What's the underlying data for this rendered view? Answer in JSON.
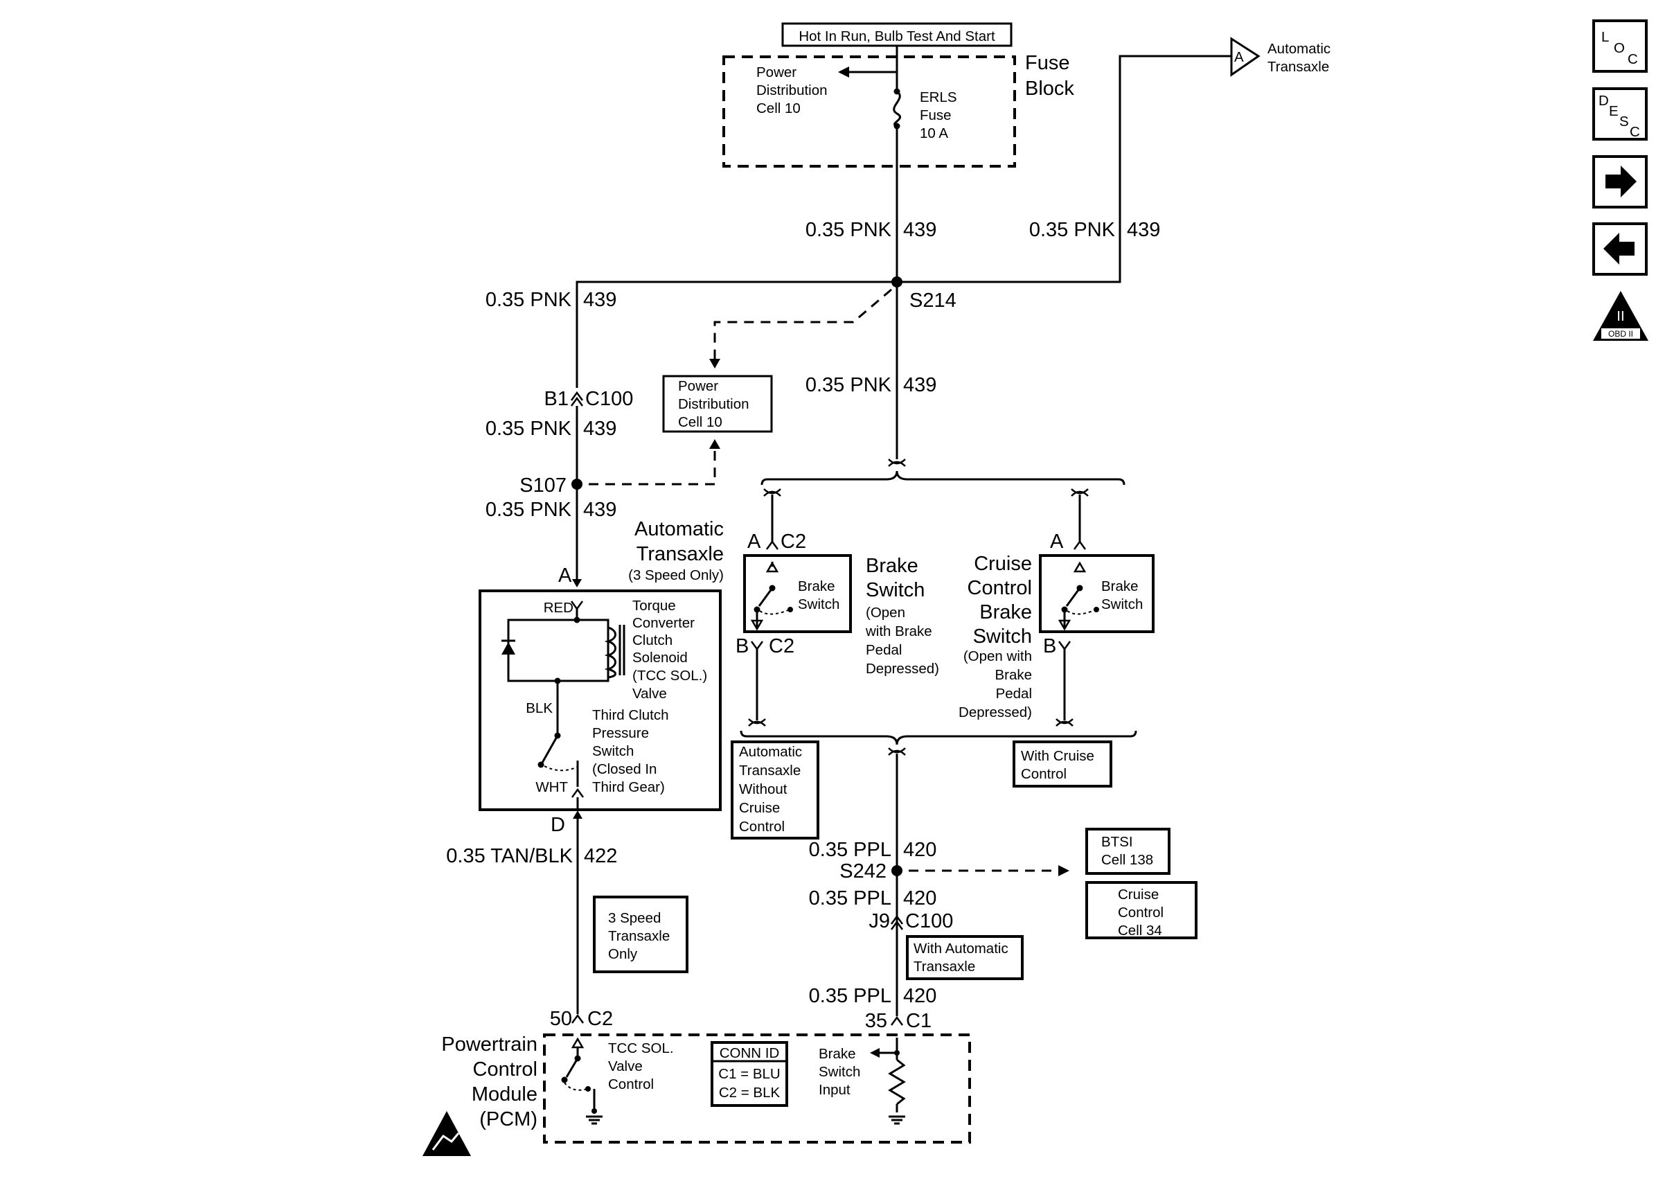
{
  "header_box": "Hot In Run, Bulb Test And Start",
  "fuse_block": {
    "title_line1": "Fuse",
    "title_line2": "Block",
    "pdc": [
      "Power",
      "Distribution",
      "Cell 10"
    ],
    "fuse": [
      "ERLS",
      "Fuse",
      "10 A"
    ]
  },
  "offpage": {
    "letter": "A",
    "label": [
      "Automatic",
      "Transaxle"
    ]
  },
  "wire_labels": {
    "gauge_pnk": "0.35 PNK",
    "circuit_439": "439",
    "gauge_tan": "0.35 TAN/BLK",
    "circuit_422": "422",
    "gauge_ppl": "0.35 PPL",
    "circuit_420": "420"
  },
  "splices": {
    "s214": "S214",
    "s107": "S107",
    "s242": "S242"
  },
  "connectors": {
    "b1": "B1",
    "c100": "C100",
    "a": "A",
    "d": "D",
    "c2": "C2",
    "b": "B",
    "j9": "J9",
    "c1": "C1",
    "p50": "50",
    "p35": "35"
  },
  "pdc_ref": [
    "Power",
    "Distribution",
    "Cell 10"
  ],
  "trans_header": [
    "Automatic",
    "Transaxle",
    "(3 Speed Only)"
  ],
  "tcc_solenoid": [
    "Torque",
    "Converter",
    "Clutch",
    "Solenoid",
    "(TCC SOL.)",
    "Valve"
  ],
  "third_clutch": [
    "Third Clutch",
    "Pressure",
    "Switch",
    "(Closed In",
    "Third Gear)"
  ],
  "wire_colors": {
    "red": "RED",
    "blk": "BLK",
    "wht": "WHT"
  },
  "brake_switch_inner": [
    "Brake",
    "Switch"
  ],
  "brake_switch_desc": [
    "Brake",
    "Switch",
    "(Open",
    "with Brake",
    "Pedal",
    "Depressed)"
  ],
  "cruise_switch_title": [
    "Cruise",
    "Control",
    "Brake",
    "Switch"
  ],
  "cruise_switch_desc": [
    "(Open with",
    "Brake",
    "Pedal",
    "Depressed)"
  ],
  "option_boxes": {
    "no_cruise": [
      "Automatic",
      "Transaxle",
      "Without",
      "Cruise",
      "Control"
    ],
    "with_cruise": [
      "With Cruise",
      "Control"
    ],
    "three_speed": [
      "3 Speed",
      "Transaxle",
      "Only"
    ],
    "with_auto": [
      "With Automatic",
      "Transaxle"
    ]
  },
  "refs": {
    "btsi": [
      "BTSI",
      "Cell 138"
    ],
    "cruise": [
      "Cruise",
      "Control",
      "Cell 34"
    ]
  },
  "pcm": {
    "title": [
      "Powertrain",
      "Control",
      "Module",
      "(PCM)"
    ],
    "tcc_control": [
      "TCC SOL.",
      "Valve",
      "Control"
    ],
    "conn_id": [
      "CONN ID",
      "C1 = BLU",
      "C2 = BLK"
    ],
    "brake_input": [
      "Brake",
      "Switch",
      "Input"
    ]
  },
  "sidebar": {
    "loc": [
      "L",
      "O",
      "C"
    ],
    "desc": [
      "D",
      "E",
      "S",
      "C"
    ],
    "obd": "OBD II",
    "obd_roman": "II"
  }
}
